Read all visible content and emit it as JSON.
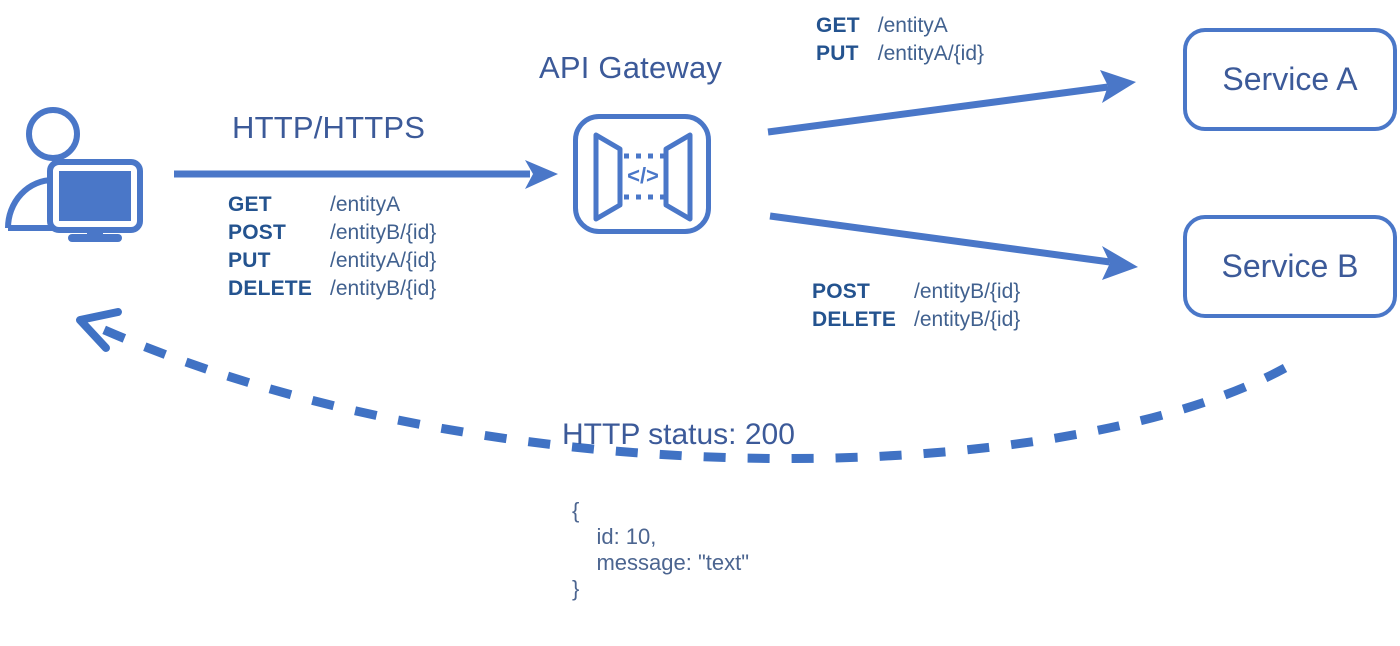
{
  "diagram": {
    "title_client_link": "HTTP/HTTPS",
    "gateway_label": "API Gateway",
    "gateway_icon_code": "</>",
    "status_label": "HTTP status: 200",
    "client_routes": [
      {
        "verb": "GET",
        "path": "/entityA"
      },
      {
        "verb": "POST",
        "path": "/entityB/{id}"
      },
      {
        "verb": "PUT",
        "path": "/entityA/{id}"
      },
      {
        "verb": "DELETE",
        "path": "/entityB/{id}"
      }
    ],
    "service_a_routes": [
      {
        "verb": "GET",
        "path": "/entityA"
      },
      {
        "verb": "PUT",
        "path": "/entityA/{id}"
      }
    ],
    "service_b_routes": [
      {
        "verb": "POST",
        "path": "/entityB/{id}"
      },
      {
        "verb": "DELETE",
        "path": "/entityB/{id}"
      }
    ],
    "services": [
      {
        "name": "Service A"
      },
      {
        "name": "Service B"
      }
    ],
    "response_body": [
      "{",
      "    id: 10,",
      "    message: \"text\"",
      "}"
    ],
    "colors": {
      "line": "#4a77c8",
      "icon_fill": "#4a77c8",
      "heading_text": "#3c5a99",
      "verb_text": "#24538f",
      "path_text": "#41618f",
      "json_text": "#4c6590",
      "background": "#ffffff"
    }
  }
}
